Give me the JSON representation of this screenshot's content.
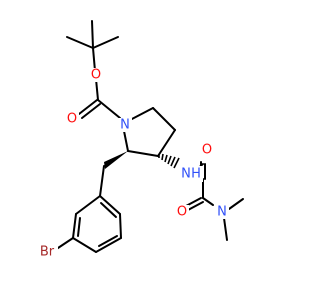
{
  "molecule": {
    "atoms": {
      "ester_o": {
        "label": "O",
        "color": "#ff0d0d"
      },
      "carbonyl_o_boc": {
        "label": "O",
        "color": "#ff0d0d"
      },
      "ring_n": {
        "label": "N",
        "color": "#3050f8"
      },
      "amide_nh": {
        "label": "N",
        "sub": "H",
        "color": "#3050f8"
      },
      "oxo_o_top": {
        "label": "O",
        "color": "#ff0d0d"
      },
      "oxo_o_bottom": {
        "label": "O",
        "color": "#ff0d0d"
      },
      "dimethyl_n": {
        "label": "N",
        "color": "#3050f8"
      },
      "bromine": {
        "label": "Br",
        "color": "#a62929"
      }
    }
  }
}
